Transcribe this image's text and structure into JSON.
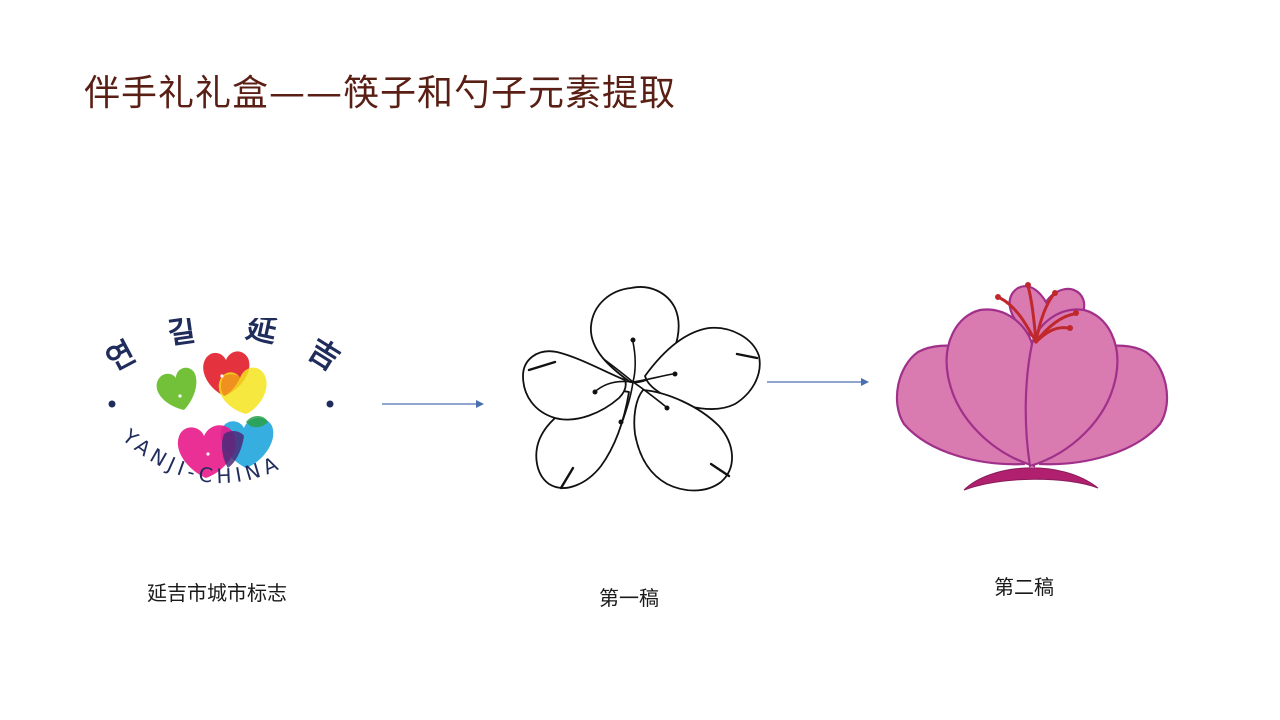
{
  "slide": {
    "title": "伴手礼礼盒——筷子和勺子元素提取"
  },
  "logo": {
    "korean_text": "연길 延吉",
    "korean_chars": [
      "연",
      "길",
      "延",
      "吉"
    ],
    "latin_text": "YANJI-CHINA",
    "caption": "延吉市城市标志"
  },
  "draft1": {
    "caption": "第一稿"
  },
  "draft2": {
    "caption": "第二稿"
  },
  "colors": {
    "title": "#5a1f14",
    "logo_navy": "#1f2c5c",
    "arrow": "#4a6fb0",
    "petal_fill": "#d97ab0",
    "petal_stroke": "#a0308a",
    "stamen": "#c0282c",
    "base": "#b0206e"
  }
}
